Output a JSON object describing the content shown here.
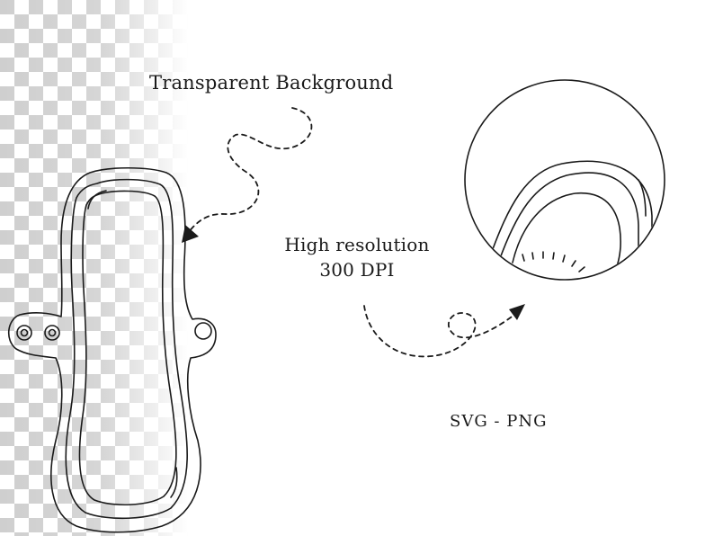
{
  "labels": {
    "transparent": "Transparent Background",
    "resolution_line1": "High resolution",
    "resolution_line2": "300 DPI",
    "formats": "SVG  -  PNG"
  },
  "colors": {
    "ink": "#1a1a1a",
    "checker_dark": "#cfcfcf",
    "checker_light": "#ffffff",
    "background": "#ffffff"
  },
  "icons": {
    "main_illustration": "sanitary-pad-icon",
    "zoom_detail": "magnifier-detail-icon"
  }
}
